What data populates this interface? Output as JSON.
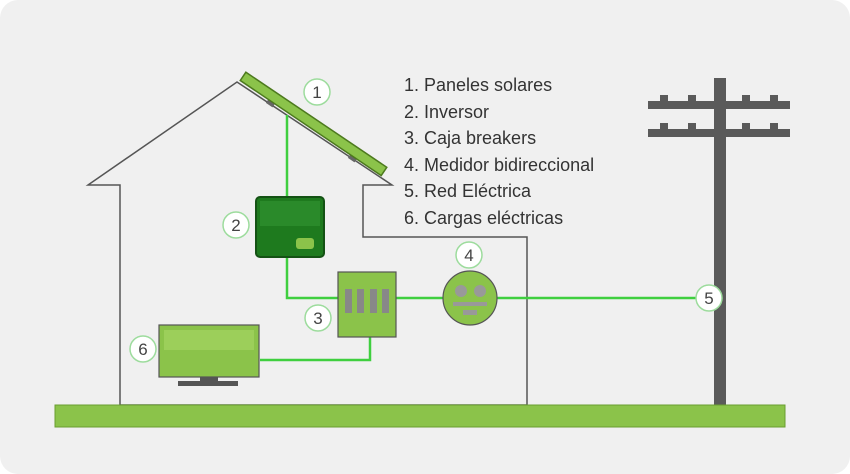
{
  "legend": [
    "1. Paneles solares",
    "2. Inversor",
    "3. Caja breakers",
    "4. Medidor bidireccional",
    "5. Red Eléctrica",
    "6. Cargas eléctricas"
  ],
  "badges": {
    "panel": "1",
    "inverter": "2",
    "breakers": "3",
    "meter": "4",
    "grid": "5",
    "loads": "6"
  },
  "colors": {
    "wire": "#3fcf3f",
    "panel": "#8bc34a",
    "inverter": "#1e7a1e",
    "ground": "#8bc34a",
    "pole": "#5a5a5a"
  }
}
